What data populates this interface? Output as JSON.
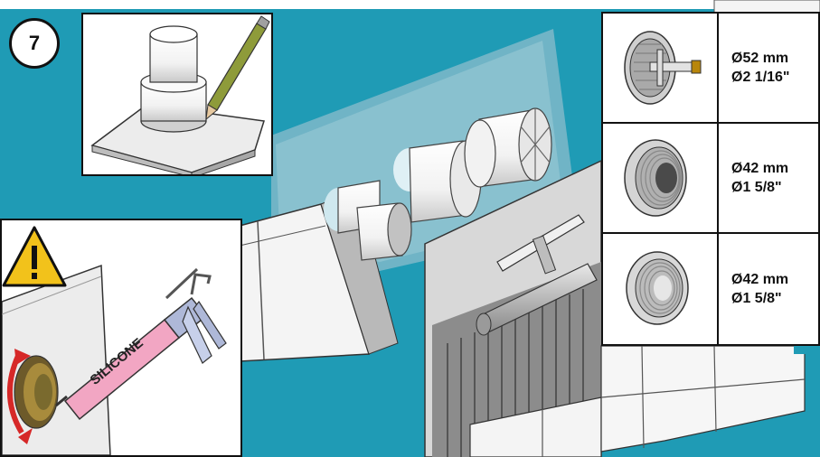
{
  "step": {
    "number": "7"
  },
  "silicone_tube": {
    "label": "SILICONE"
  },
  "specs": [
    {
      "icon": "fitting-with-valve-icon",
      "metric": "Ø52 mm",
      "imperial": "Ø2 1/16\""
    },
    {
      "icon": "threaded-fitting-icon",
      "metric": "Ø42 mm",
      "imperial": "Ø1 5/8\""
    },
    {
      "icon": "ring-fitting-icon",
      "metric": "Ø42 mm",
      "imperial": "Ø1 5/8\""
    }
  ],
  "colors": {
    "background": "#1f9bb5",
    "warning": "#f2c21b",
    "silicone_tube": "#f2a6c3",
    "arrow": "#d62828"
  }
}
